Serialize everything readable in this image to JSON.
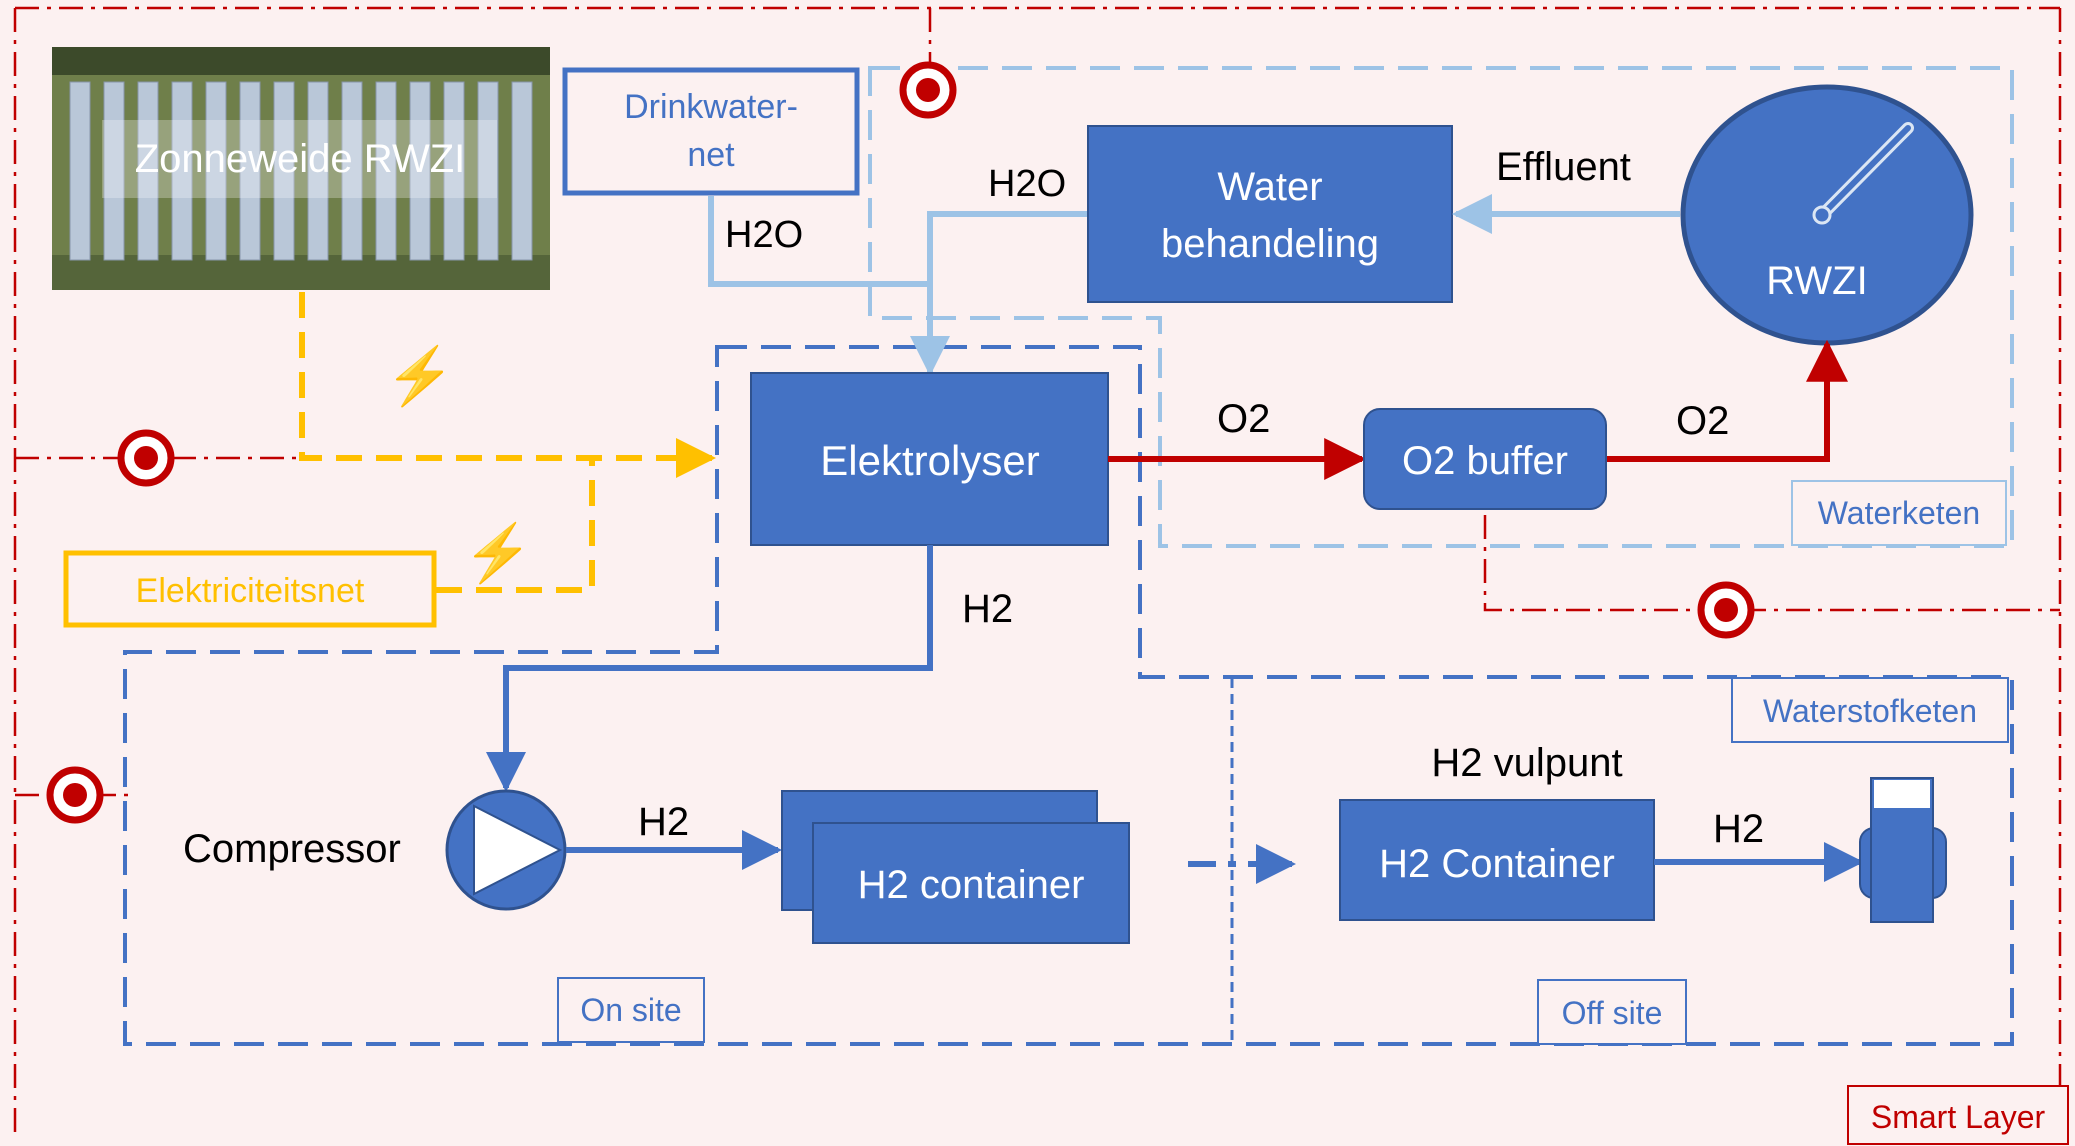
{
  "colors": {
    "background": "#fcf1f1",
    "box_blue": "#4472c4",
    "box_border": "#2f528f",
    "light_blue": "#9dc3e6",
    "smart_red": "#c00000",
    "electric_yellow": "#ffc000",
    "text_dark": "#000000",
    "text_white": "#ffffff"
  },
  "solar": {
    "label": "Zonneweide RWZI"
  },
  "drinkwater": {
    "label_line1": "Drinkwater-",
    "label_line2": "net"
  },
  "water_treatment": {
    "label_line1": "Water",
    "label_line2": "behandeling"
  },
  "rwzi": {
    "label": "RWZI"
  },
  "electrolyser": {
    "label": "Elektrolyser"
  },
  "o2_buffer": {
    "label": "O2 buffer"
  },
  "grid": {
    "label": "Elektriciteitsnet"
  },
  "compressor": {
    "label": "Compressor"
  },
  "h2_container_onsite": {
    "label": "H2 container"
  },
  "h2_container_offsite": {
    "label": "H2 Container"
  },
  "h2_vulpunt": {
    "label": "H2 vulpunt"
  },
  "flows": {
    "effluent": "Effluent",
    "h2o_drinkwater": "H2O",
    "h2o_treated": "H2O",
    "o2_to_buffer": "O2",
    "o2_to_rwzi": "O2",
    "h2_from_electrolyser": "H2",
    "h2_from_compressor": "H2",
    "h2_to_vehicle": "H2"
  },
  "zones": {
    "waterketen": "Waterketen",
    "waterstofketen": "Waterstofketen",
    "on_site": "On site",
    "off_site": "Off site",
    "smart_layer": "Smart Layer"
  },
  "icons": {
    "lightning": "⚡",
    "target": "target-icon",
    "gauge": "gauge-icon",
    "play": "play-icon",
    "hydrogen_vehicle": "hydrogen-tank-icon"
  }
}
